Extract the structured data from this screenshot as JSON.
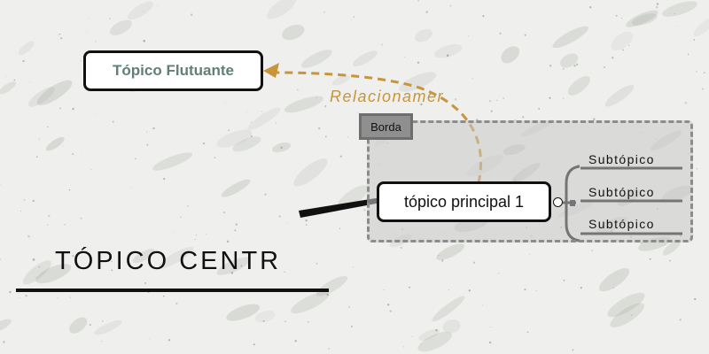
{
  "central_topic": {
    "label": "TÓPICO CENTR"
  },
  "floating_topic": {
    "label": "Tópico Flutuante"
  },
  "relationship": {
    "label": "Relacionamer"
  },
  "boundary": {
    "label": "Borda"
  },
  "main_topic": {
    "label": "tópico principal 1"
  },
  "subtopics": [
    {
      "label": "Subtópico"
    },
    {
      "label": "Subtópico"
    },
    {
      "label": "Subtópico"
    }
  ],
  "colors": {
    "relationship": "#c8953a",
    "floating_text": "#5f7f78",
    "boundary_fill": "#c8c8c8",
    "boundary_border": "#8c8c8c"
  },
  "icons": [
    "collapse-handle-icon",
    "arrow-head-icon"
  ]
}
